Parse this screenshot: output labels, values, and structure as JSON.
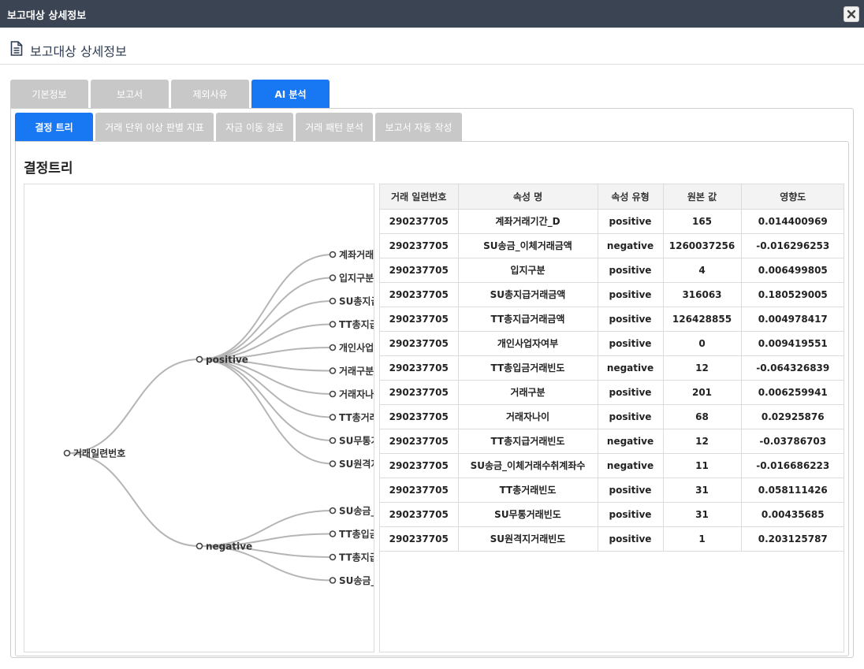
{
  "window": {
    "title": "보고대상 상세정보"
  },
  "header": {
    "title": "보고대상 상세정보"
  },
  "main_tabs": [
    {
      "label": "기본정보",
      "active": false
    },
    {
      "label": "보고서",
      "active": false
    },
    {
      "label": "제외사유",
      "active": false
    },
    {
      "label": "AI 분석",
      "active": true
    }
  ],
  "sub_tabs": [
    {
      "label": "결정 트리",
      "active": true
    },
    {
      "label": "거래 단위 이상 판별 지표",
      "active": false
    },
    {
      "label": "자금 이동 경로",
      "active": false
    },
    {
      "label": "거래 패턴 분석",
      "active": false
    },
    {
      "label": "보고서 자동 작성",
      "active": false
    }
  ],
  "section": {
    "title": "결정트리"
  },
  "tree": {
    "root": "거래일련번호",
    "branches": [
      {
        "label": "positive",
        "leaves": [
          "계좌거래",
          "입지구분",
          "SU총지급",
          "TT총지급",
          "개인사업",
          "거래구분",
          "거래자나",
          "TT총거래",
          "SU무통거",
          "SU원격지"
        ]
      },
      {
        "label": "negative",
        "leaves": [
          "SU송금_",
          "TT총입금",
          "TT총지급",
          "SU송금_"
        ]
      }
    ]
  },
  "table": {
    "columns": [
      "거래 일련번호",
      "속성 명",
      "속성 유형",
      "원본 값",
      "영향도"
    ],
    "rows": [
      [
        "290237705",
        "계좌거래기간_D",
        "positive",
        "165",
        "0.014400969"
      ],
      [
        "290237705",
        "SU송금_이체거래금액",
        "negative",
        "1260037256",
        "-0.016296253"
      ],
      [
        "290237705",
        "입지구분",
        "positive",
        "4",
        "0.006499805"
      ],
      [
        "290237705",
        "SU총지급거래금액",
        "positive",
        "316063",
        "0.180529005"
      ],
      [
        "290237705",
        "TT총지급거래금액",
        "positive",
        "126428855",
        "0.004978417"
      ],
      [
        "290237705",
        "개인사업자여부",
        "positive",
        "0",
        "0.009419551"
      ],
      [
        "290237705",
        "TT총입금거래빈도",
        "negative",
        "12",
        "-0.064326839"
      ],
      [
        "290237705",
        "거래구분",
        "positive",
        "201",
        "0.006259941"
      ],
      [
        "290237705",
        "거래자나이",
        "positive",
        "68",
        "0.02925876"
      ],
      [
        "290237705",
        "TT총지급거래빈도",
        "negative",
        "12",
        "-0.03786703"
      ],
      [
        "290237705",
        "SU송금_이체거래수취계좌수",
        "negative",
        "11",
        "-0.016686223"
      ],
      [
        "290237705",
        "TT총거래빈도",
        "positive",
        "31",
        "0.058111426"
      ],
      [
        "290237705",
        "SU무통거래빈도",
        "positive",
        "31",
        "0.00435685"
      ],
      [
        "290237705",
        "SU원격지거래빈도",
        "positive",
        "1",
        "0.203125787"
      ]
    ]
  },
  "icons": {
    "close": "close-icon",
    "document": "document-icon"
  },
  "colors": {
    "titlebar": "#3b4453",
    "active_tab": "#1877f2",
    "inactive_tab": "#c8c8c8",
    "tree_link": "#b5b5b5"
  }
}
